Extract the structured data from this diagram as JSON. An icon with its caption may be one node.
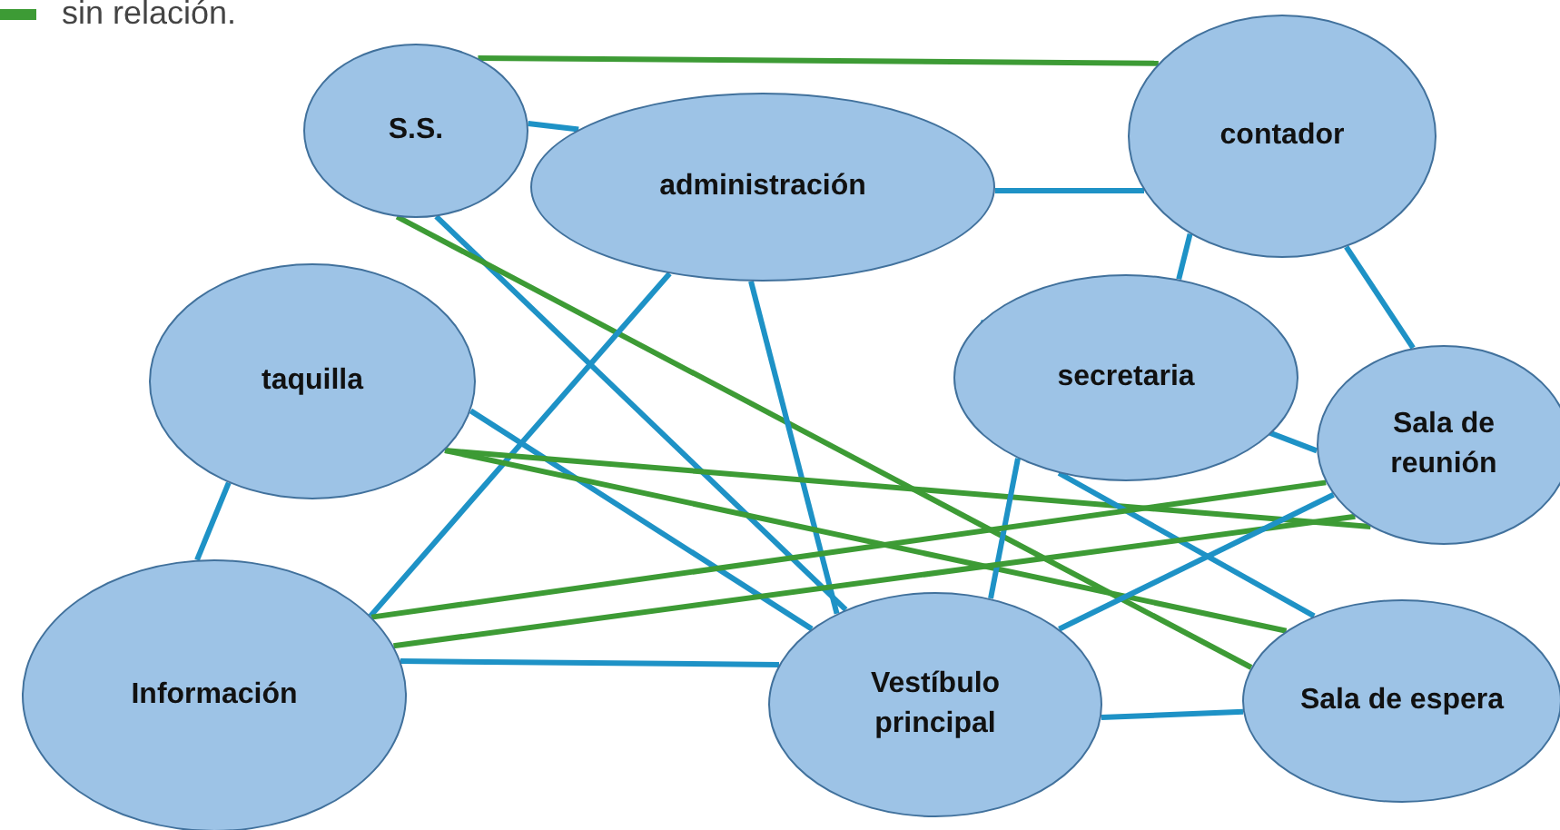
{
  "diagram": {
    "nodes": [
      {
        "text": [
          "S.S."
        ]
      },
      {
        "text": [
          "administración"
        ]
      },
      {
        "text": [
          "contador"
        ]
      },
      {
        "text": [
          "taquilla"
        ]
      },
      {
        "text": [
          "secretaria"
        ]
      },
      {
        "text": [
          "Sala de reunión"
        ]
      },
      {
        "text": [
          "Información"
        ]
      },
      {
        "text": [
          "Vestíbulo principal"
        ]
      },
      {
        "text": [
          "Sala de espera"
        ]
      }
    ],
    "edges": [
      {
        "from": 0,
        "to": 1,
        "arrow": "none"
      },
      {
        "from": 0,
        "to": 2,
        "arrow": "none",
        "color": "#3d9b35"
      },
      {
        "from": 0,
        "to": 7,
        "arrow": "none"
      },
      {
        "from": 0,
        "to": 8,
        "arrow": "none",
        "color": "#3d9b35"
      },
      {
        "from": 1,
        "to": 2,
        "arrow": "none"
      },
      {
        "from": 1,
        "to": 6,
        "arrow": "none"
      },
      {
        "from": 1,
        "to": 7,
        "arrow": "none"
      },
      {
        "from": 2,
        "to": 4,
        "arrow": "none"
      },
      {
        "from": 2,
        "to": 5,
        "arrow": "none"
      },
      {
        "from": 3,
        "to": 6,
        "arrow": "none"
      },
      {
        "from": 3,
        "to": 7,
        "arrow": "none"
      },
      {
        "from": 3,
        "to": 5,
        "arrow": "none",
        "color": "#3d9b35"
      },
      {
        "from": 3,
        "to": 8,
        "arrow": "none",
        "color": "#3d9b35"
      },
      {
        "from": 4,
        "to": 5,
        "arrow": "none"
      },
      {
        "from": 4,
        "to": 7,
        "arrow": "none"
      },
      {
        "from": 4,
        "to": 8,
        "arrow": "none"
      },
      {
        "from": 6,
        "to": 7,
        "arrow": "none"
      },
      {
        "from": 6,
        "to": 5,
        "arrow": "none",
        "color": "#3d9b35"
      },
      {
        "from": 6,
        "to": 5,
        "arrow": "none",
        "color": "#3d9b35"
      },
      {
        "from": 5,
        "to": 7,
        "arrow": "none"
      },
      {
        "from": 7,
        "to": 8,
        "arrow": "none"
      }
    ],
    "legend": [
      {
        "text": "sin relación."
      }
    ]
  }
}
